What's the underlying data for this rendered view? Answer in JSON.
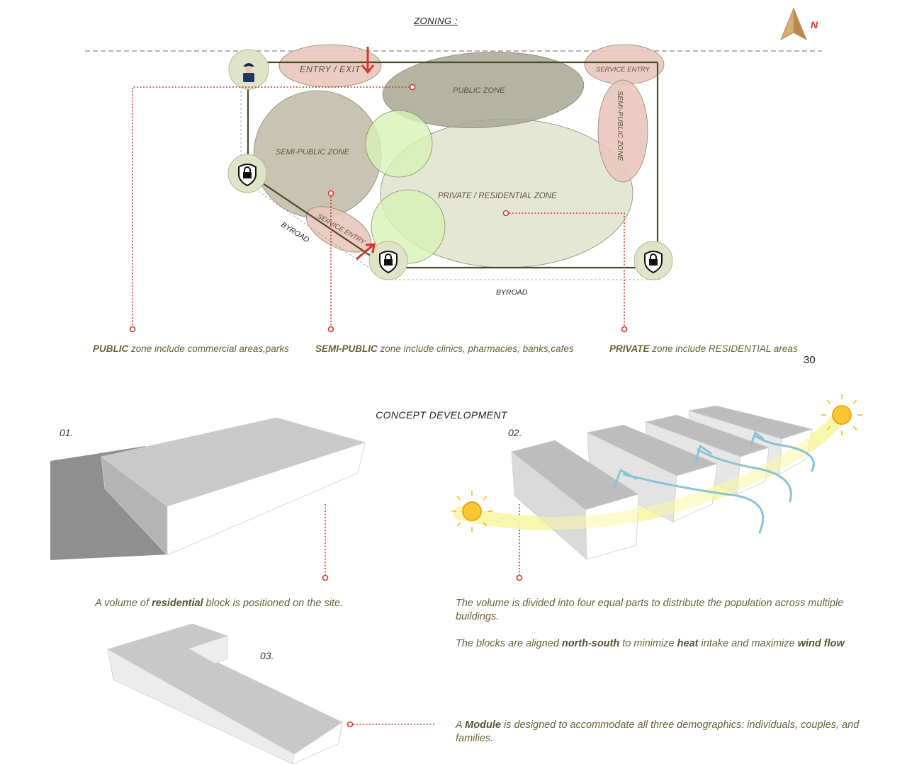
{
  "zoning": {
    "title": "ZONING :",
    "north_label": "N",
    "zones": {
      "entry_exit": "ENTRY  / EXIT",
      "public": "PUBLIC ZONE",
      "service_entry_ne": "SERVICE ENTRY",
      "semi_public_east": "SEMI-PUBLIC ZONE",
      "semi_public": "SEMI-PUBLIC  ZONE",
      "private": "PRIVATE / RESIDENTIAL ZONE",
      "service_entry_sw": "SERVICE ENTRY",
      "byroad_west": "BYROAD",
      "byroad_south": "BYROAD"
    },
    "legend": [
      {
        "bold": "PUBLIC",
        "text": " zone include commercial areas,parks"
      },
      {
        "bold": "SEMI-PUBLIC",
        "text": " zone include clinics, pharmacies, banks,cafes"
      },
      {
        "bold": "PRIVATE",
        "text": " zone include RESIDENTIAL areas"
      }
    ],
    "page_number": "30",
    "icons": [
      "security-guard-icon",
      "lock-icon",
      "lock-icon",
      "lock-icon",
      "north-arrow-icon",
      "entry-arrow-icon",
      "service-arrow-icon"
    ]
  },
  "concept": {
    "title": "CONCEPT DEVELOPMENT",
    "steps": [
      {
        "num": "01.",
        "pre": "A volume of ",
        "bold": "residential",
        "post": " block is positioned on the site."
      },
      {
        "num": "02.",
        "line1": "The volume is divided into four equal parts to distribute the population across multiple buildings.",
        "l2_a": "The blocks are aligned ",
        "l2_b": "north-south",
        "l2_c": " to minimize ",
        "l2_d": "heat",
        "l2_e": " intake and maximize ",
        "l2_f": "wind flow"
      },
      {
        "num": "03.",
        "pre": "A ",
        "bold": "Module",
        "post": " is designed to accommodate all three demographics: individuals, couples, and families."
      }
    ],
    "icons": [
      "sun-icon",
      "sun-icon",
      "wind-arrow-icon"
    ]
  },
  "colors": {
    "accent_red": "#d9342b",
    "public_zone": "#a6a892",
    "semi_public_zone": "#c3bda8",
    "private_zone": "#dfe3cc",
    "service_zone": "#e9c6bd",
    "green_buffer": "#d7f2b4",
    "site_outline": "#4a4a2c",
    "north_arrow": "#c8a26a",
    "sun": "#f5c431",
    "wind": "#8cc3d4"
  }
}
